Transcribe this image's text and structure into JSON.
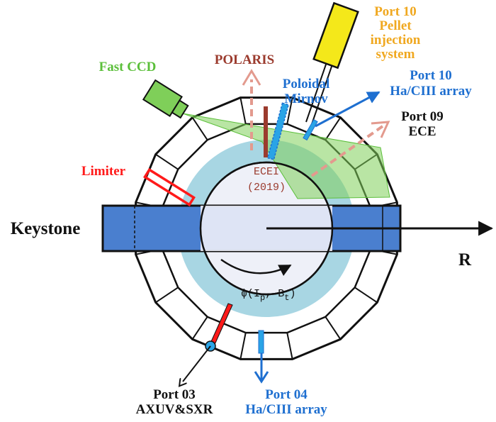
{
  "colors": {
    "blue_label": "#1e6fd0",
    "orange_label": "#f0a820",
    "green_label": "#5bbf3a",
    "brown_label": "#9b3b2e",
    "red_label": "#ff1a1a",
    "black": "#111111",
    "port_blue": "#2aa4e6",
    "keystone_fill": "#4a7fcf",
    "plasma_ring": "#a8d6e3",
    "inner_core": "#eef0f8",
    "ccd_green": "#7fcf59",
    "pellet_yellow": "#f4e81a",
    "arrow_pink": "#e39a8e"
  },
  "labels": {
    "port10_pellet": [
      "Port 10",
      "Pellet",
      "injection",
      "system"
    ],
    "port10_ha": [
      "Port 10",
      "Ha/CIII array"
    ],
    "port09": [
      "Port 09",
      "ECE"
    ],
    "polaris": "POLARIS",
    "poloidal_mirnov": [
      "Poloidal",
      "Mirnov"
    ],
    "fast_ccd": "Fast CCD",
    "limiter": "Limiter",
    "keystone": "Keystone",
    "r_axis": "R",
    "ecei": [
      "ECEI",
      "(2019)"
    ],
    "phi_main": "ϕ(I",
    "phi_p": "p",
    "phi_sep": ", B",
    "phi_t": "t",
    "phi_end": ")",
    "port03": [
      "Port 03",
      "AXUV&SXR"
    ],
    "port04": [
      "Port 04",
      "Ha/CIII array"
    ]
  },
  "icons": {
    "fast_ccd_camera": "camera-icon",
    "pellet_injector": "injector-icon"
  }
}
